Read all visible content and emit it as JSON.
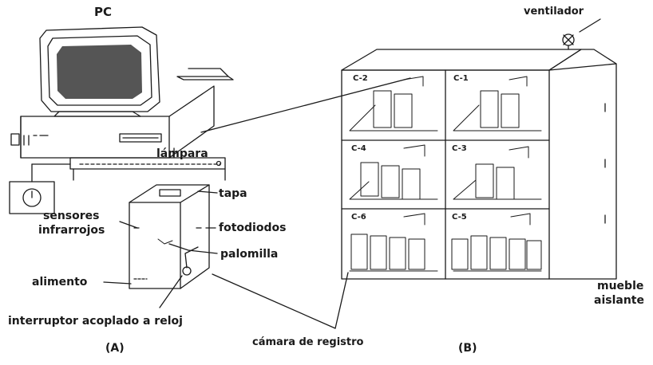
{
  "colors": {
    "ink": "#1a1a1a",
    "background": "#ffffff",
    "screen": "#555555"
  },
  "panel_a": {
    "caption": "(A)",
    "pc_label": "PC",
    "lamp_label": "lámpara",
    "lid_label": "tapa",
    "sensors_label_line1": "sensores",
    "sensors_label_line2": "infrarrojos",
    "photodiodes_label": "fotodiodos",
    "moth_label": "palomilla",
    "food_label": "alimento",
    "switch_label": "interruptor acoplado a reloj"
  },
  "panel_b": {
    "caption": "(B)",
    "fan_label": "ventilador",
    "cabinet_label_line1": "mueble",
    "cabinet_label_line2": "aislante",
    "cells": [
      {
        "id": "C-2"
      },
      {
        "id": "C-1"
      },
      {
        "id": "C-4"
      },
      {
        "id": "C-3"
      },
      {
        "id": "C-6"
      },
      {
        "id": "C-5"
      }
    ]
  },
  "shared": {
    "chamber_label": "cámara de registro"
  }
}
